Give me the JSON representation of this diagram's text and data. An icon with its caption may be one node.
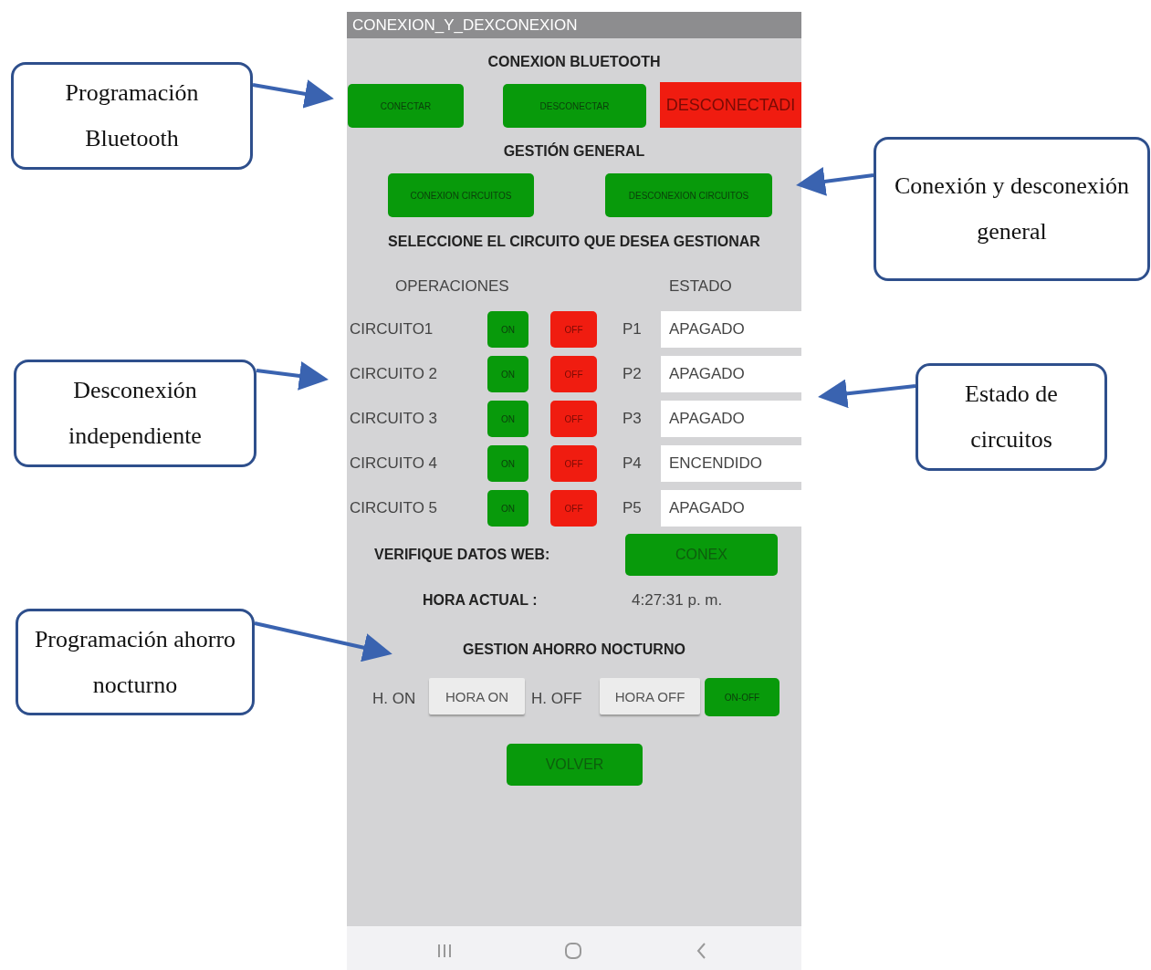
{
  "diagram": {
    "nodes": [
      {
        "text": [
          "Programación Bluetooth"
        ]
      },
      {
        "text": [
          "Conexión y desconexión general"
        ]
      },
      {
        "text": [
          "Desconexión independiente"
        ]
      },
      {
        "text": [
          "Estado de circuitos"
        ]
      },
      {
        "text": [
          "Programación ahorro nocturno"
        ]
      }
    ],
    "edges": [
      {
        "from": 0,
        "to": null,
        "arrow": "to"
      },
      {
        "from": 1,
        "to": null,
        "arrow": "to"
      },
      {
        "from": 2,
        "to": null,
        "arrow": "to"
      },
      {
        "from": 3,
        "to": null,
        "arrow": "to"
      },
      {
        "from": 4,
        "to": null,
        "arrow": "to"
      }
    ],
    "labels": [
      "CONEXION_Y_DEXCONEXION",
      "CONEXION BLUETOOTH",
      "CONECTAR",
      "DESCONECTAR",
      "DESCONECTADI",
      "GESTIÓN GENERAL",
      "CONEXION CIRCUITOS",
      "DESCONEXION CIRCUITOS",
      "SELECCIONE EL CIRCUITO QUE DESEA GESTIONAR",
      "OPERACIONES",
      "ESTADO",
      "CIRCUITO1",
      "ON",
      "OFF",
      "P1",
      "APAGADO",
      "CIRCUITO 2",
      "ON",
      "OFF",
      "P2",
      "APAGADO",
      "CIRCUITO 3",
      "ON",
      "OFF",
      "P3",
      "APAGADO",
      "CIRCUITO 4",
      "ON",
      "OFF",
      "P4",
      "ENCENDIDO",
      "CIRCUITO 5",
      "ON",
      "OFF",
      "P5",
      "APAGADO",
      "VERIFIQUE DATOS WEB:",
      "CONEX",
      "HORA ACTUAL :",
      "4:27:31 p. m.",
      "GESTION AHORRO NOCTURNO",
      "H. ON",
      "HORA ON",
      "H. OFF",
      "HORA OFF",
      "ON-OFF",
      "VOLVER"
    ]
  }
}
